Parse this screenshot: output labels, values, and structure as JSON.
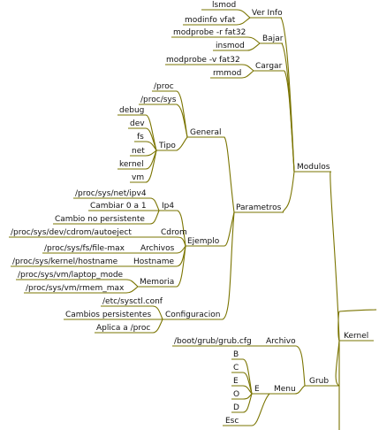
{
  "colors": {
    "edge": "#7a7400",
    "text": "#111111",
    "background": "#ffffff"
  },
  "root": "Kernel",
  "modulos": {
    "label": "Modulos",
    "ver_info": {
      "label": "Ver Info",
      "items": [
        "lsmod",
        "modinfo vfat"
      ]
    },
    "bajar": {
      "label": "Bajar",
      "items": [
        "modprobe -r fat32",
        "insmod"
      ]
    },
    "cargar": {
      "label": "Cargar",
      "items": [
        "modprobe -v fat32",
        "rmmod"
      ]
    }
  },
  "parametros": {
    "label": "Parametros",
    "general": {
      "label": "General",
      "items": [
        "/proc",
        "/proc/sys"
      ],
      "tipo": {
        "label": "Tipo",
        "items": [
          "debug",
          "dev",
          "fs",
          "net",
          "kernel",
          "vm"
        ]
      }
    },
    "ejemplo": {
      "label": "Ejemplo",
      "ip4": {
        "label": "Ip4",
        "items": [
          "/proc/sys/net/ipv4",
          "Cambiar 0 a 1",
          "Cambio no persistente"
        ]
      },
      "cdrom": {
        "label": "Cdrom",
        "items": [
          "/proc/sys/dev/cdrom/autoeject"
        ]
      },
      "archivos": {
        "label": "Archivos",
        "items": [
          "/proc/sys/fs/file-max"
        ]
      },
      "hostname": {
        "label": "Hostname",
        "items": [
          "/proc/sys/kernel/hostname"
        ]
      },
      "memoria": {
        "label": "Memoria",
        "items": [
          "/proc/sys/vm/laptop_mode",
          "/proc/sys/vm/rmem_max"
        ]
      }
    },
    "configuracion": {
      "label": "Configuracion",
      "items": [
        "/etc/sysctl.conf",
        "Cambios persistentes",
        "Aplica a /proc"
      ]
    }
  },
  "grub": {
    "label": "Grub",
    "archivo": {
      "label": "Archivo",
      "items": [
        "/boot/grub/grub.cfg"
      ]
    },
    "menu": {
      "label": "Menu",
      "e": {
        "label": "E",
        "items": [
          "B",
          "C",
          "E",
          "O",
          "D"
        ]
      },
      "esc": "Esc"
    }
  }
}
